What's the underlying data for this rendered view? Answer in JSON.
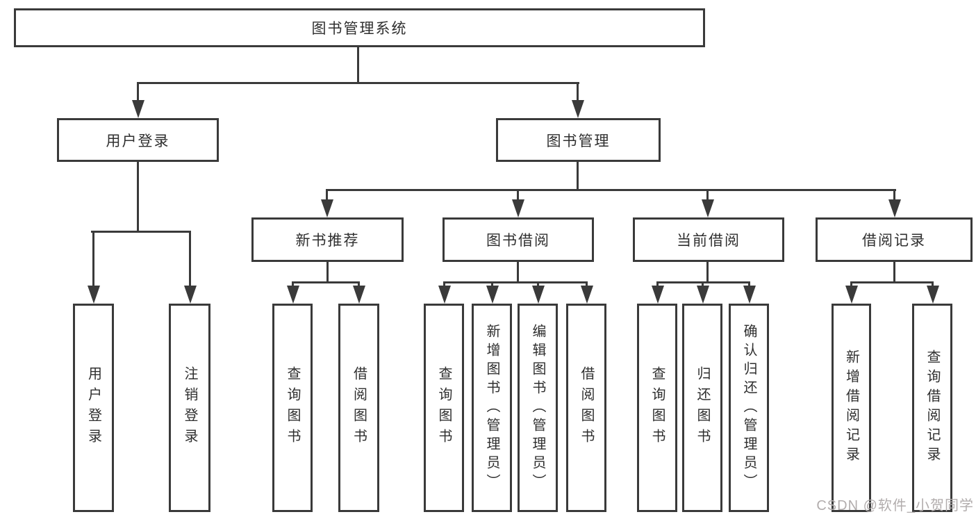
{
  "tree": {
    "root": {
      "label": "图书管理系统"
    },
    "level2": [
      {
        "label": "用户登录"
      },
      {
        "label": "图书管理"
      }
    ],
    "level3": [
      {
        "label": "新书推荐"
      },
      {
        "label": "图书借阅"
      },
      {
        "label": "当前借阅"
      },
      {
        "label": "借阅记录"
      }
    ],
    "leaves": {
      "user_login": [
        "用户登录",
        "注销登录"
      ],
      "new_book_recommend": [
        "查询图书",
        "借阅图书"
      ],
      "book_borrow": [
        "查询图书",
        "新增图书（管理员）",
        "编辑图书（管理员）",
        "借阅图书"
      ],
      "current_borrow": [
        "查询图书",
        "归还图书",
        "确认归还（管理员）"
      ],
      "borrow_records": [
        "新增借阅记录",
        "查询借阅记录"
      ]
    }
  },
  "watermark": "CSDN @软件_小贺同学",
  "colors": {
    "line": "#3a3a3a",
    "text": "#2f2f2f",
    "watermark": "#b2adad",
    "background": "#ffffff"
  }
}
